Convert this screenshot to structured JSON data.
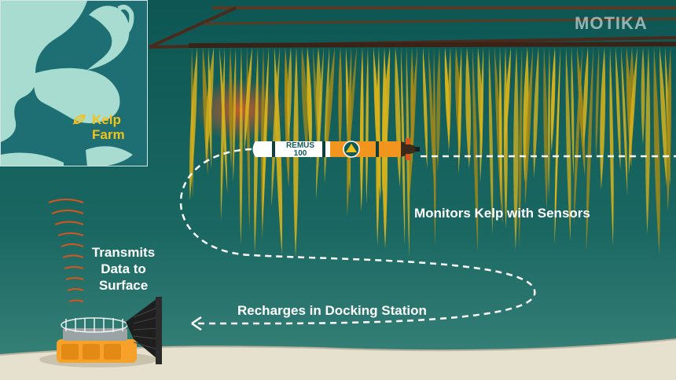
{
  "watermark": "MOTIKA",
  "map": {
    "label_line1": "Kelp",
    "label_line2": "Farm"
  },
  "vehicle": {
    "name_line1": "REMUS",
    "name_line2": "100"
  },
  "labels": {
    "monitor": "Monitors Kelp with Sensors",
    "recharge": "Recharges in Docking Station",
    "transmit_line1": "Transmits",
    "transmit_line2": "Data to",
    "transmit_line3": "Surface"
  },
  "colors": {
    "water_top": "#0f5a57",
    "water_bottom": "#2f7a73",
    "kelp": "#d7b21b",
    "kelp_dark": "#8a6d12",
    "rope": "#4a2a1c",
    "seafloor": "#e6e0cf",
    "vehicle_orange": "#f2951e",
    "dock_orange": "#f5a12a",
    "map_land": "#a9dcd1",
    "map_sea": "#1d6f74",
    "label_accent": "#f2c21a"
  }
}
